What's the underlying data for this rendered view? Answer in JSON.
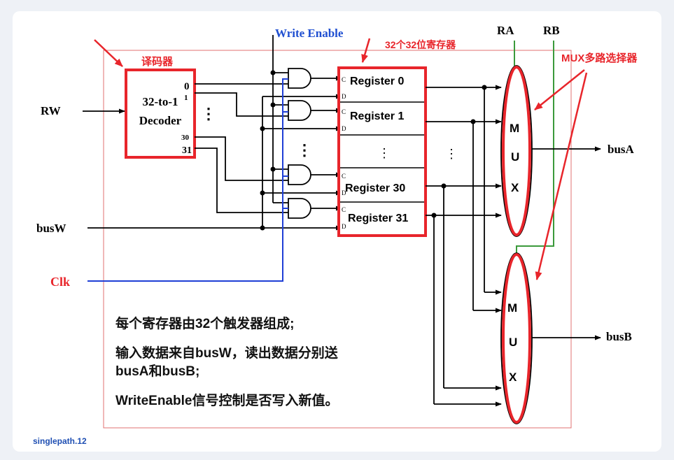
{
  "labels": {
    "decoder_title": "译码器",
    "decoder_line1": "32-to-1",
    "decoder_line2": "Decoder",
    "out0": "0",
    "out1": "1",
    "out30": "30",
    "out31": "31",
    "write_enable": "Write Enable",
    "reg_file_title": "32个32位寄存器",
    "ra": "RA",
    "rb": "RB",
    "mux_title": "MUX多路选择器",
    "rw": "RW",
    "busw": "busW",
    "clk": "Clk",
    "busa": "busA",
    "busb": "busB",
    "reg0": "Register 0",
    "reg1": "Register 1",
    "reg30": "Register 30",
    "reg31": "Register 31",
    "port_c": "C",
    "port_d": "D",
    "ellipsis": "⋮",
    "mux_m": "M",
    "mux_u": "U",
    "mux_x": "X"
  },
  "notes": {
    "line1": "每个寄存器由32个触发器组成;",
    "line2": "输入数据来自busW，读出数据分别送",
    "line3": "busA和busB;",
    "line4": "WriteEnable信号控制是否写入新值。"
  },
  "footer": "singlepath.12",
  "colors": {
    "highlight_red": "#e8252b",
    "write_enable_blue": "#1f4fd1",
    "clk_blue": "#1f3fd6",
    "ra_rb_green": "#3b9a3b",
    "footer_blue": "#1f4fb3"
  }
}
